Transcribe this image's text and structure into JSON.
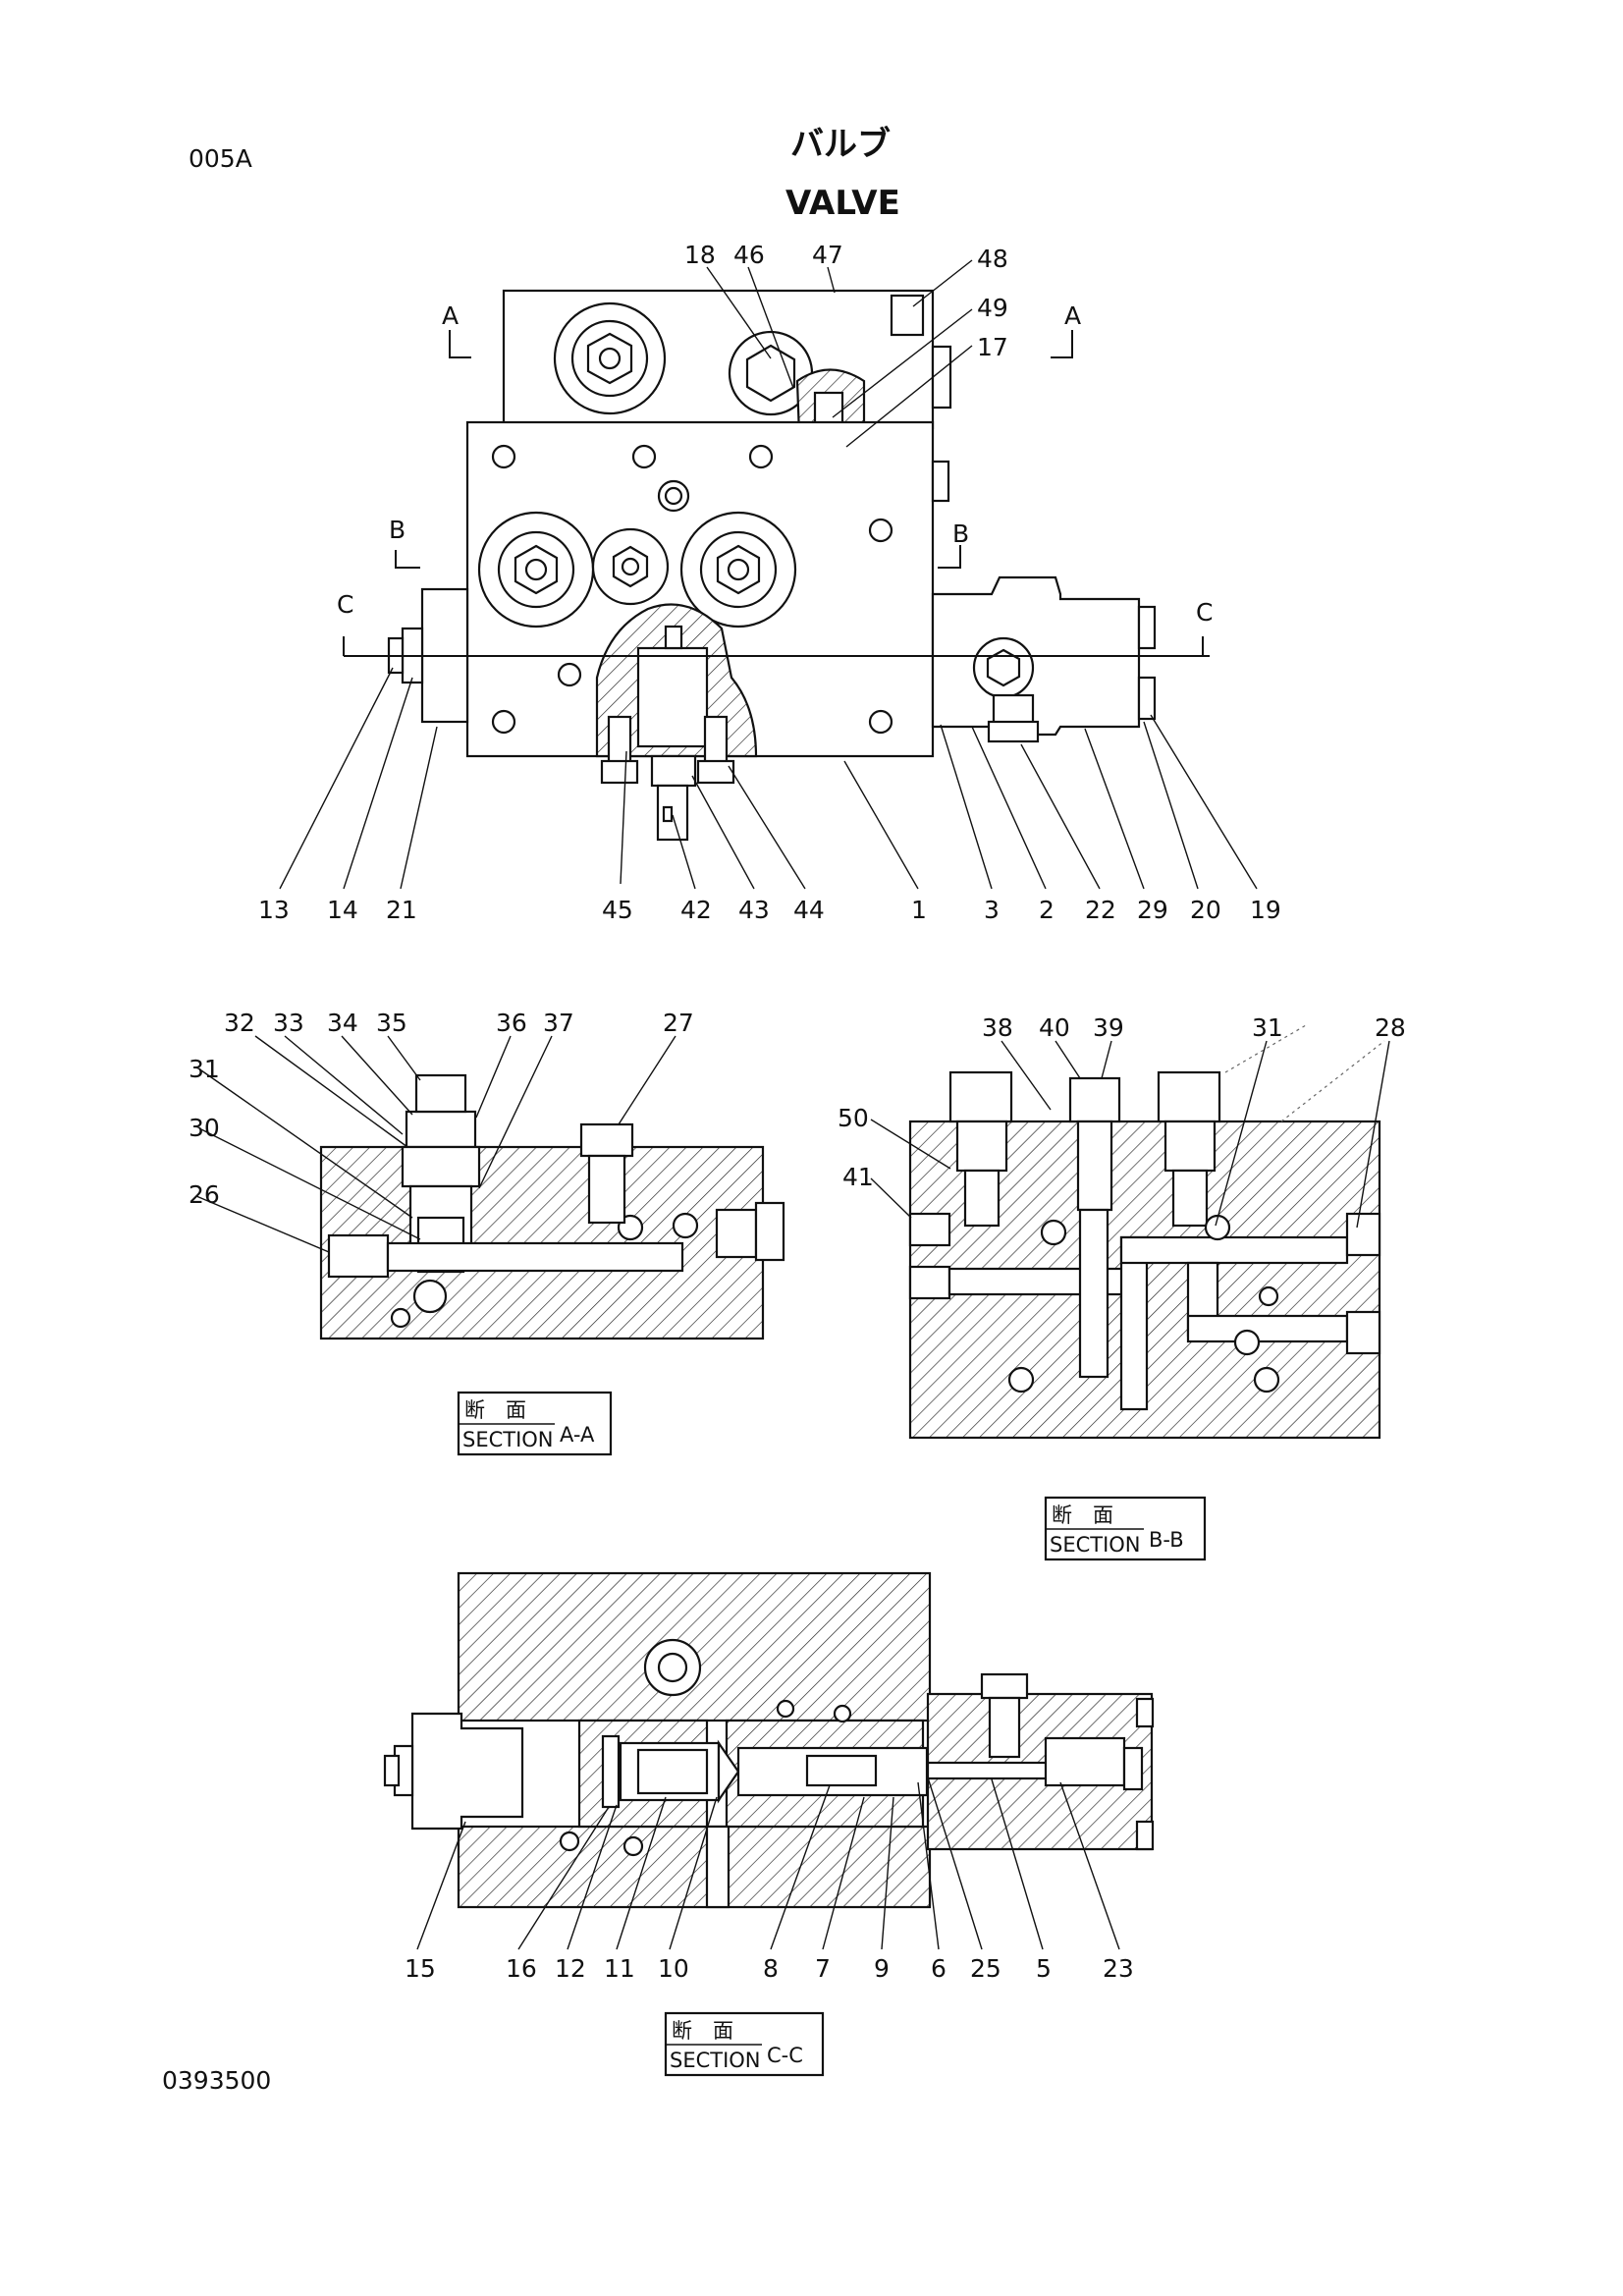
{
  "header": {
    "code": "005A",
    "title_jp": "バルブ",
    "title_en": "VALVE"
  },
  "footer": {
    "drawing_number": "0393500"
  },
  "section_markers": {
    "a": "A",
    "b": "B",
    "c": "C"
  },
  "sections": {
    "jp_label": "断　面",
    "word": "SECTION",
    "aa": "A-A",
    "bb": "B-B",
    "cc": "C-C"
  },
  "main_view": {
    "top_labels": [
      "18",
      "46",
      "47",
      "48",
      "49",
      "17"
    ],
    "bottom_labels": [
      "13",
      "14",
      "21",
      "45",
      "42",
      "43",
      "44",
      "1",
      "3",
      "2",
      "22",
      "29",
      "20",
      "19"
    ]
  },
  "section_aa": {
    "labels": [
      "32",
      "33",
      "34",
      "35",
      "36",
      "37",
      "27",
      "31",
      "30",
      "26"
    ]
  },
  "section_bb": {
    "labels": [
      "38",
      "40",
      "39",
      "31",
      "28",
      "50",
      "41"
    ]
  },
  "section_cc": {
    "labels": [
      "15",
      "16",
      "12",
      "11",
      "10",
      "8",
      "7",
      "9",
      "6",
      "25",
      "5",
      "23"
    ]
  }
}
